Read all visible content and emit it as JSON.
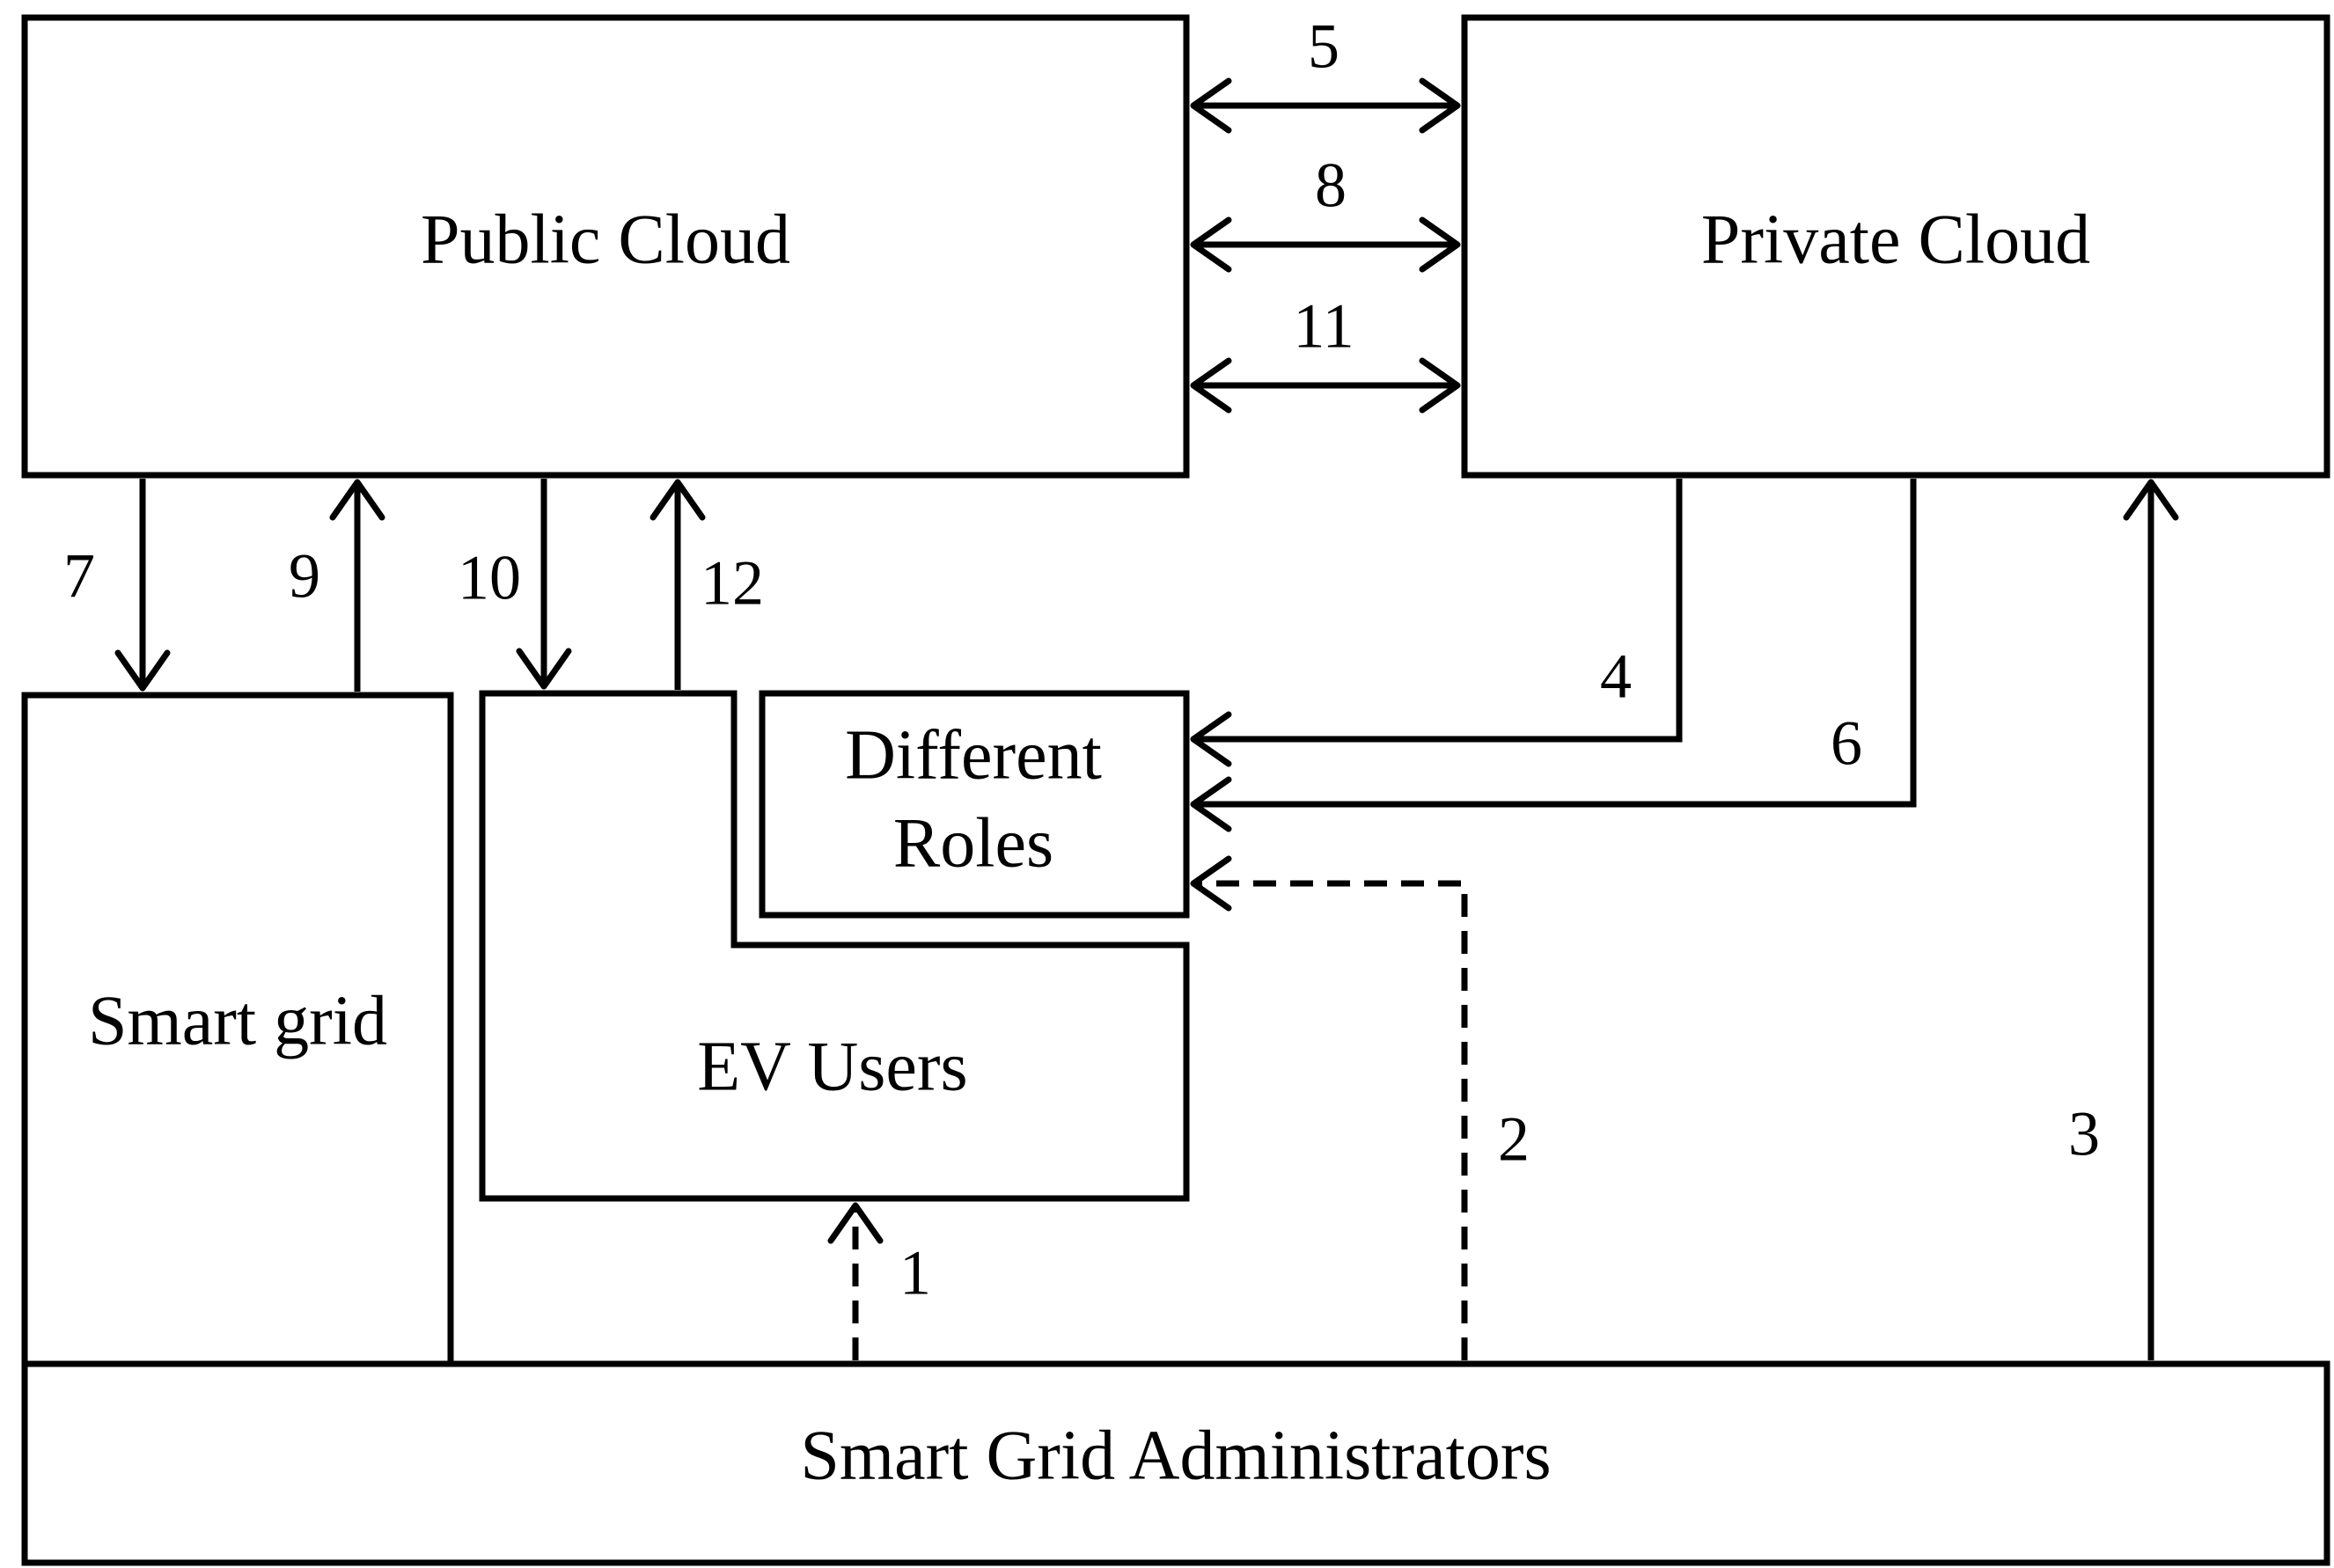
{
  "nodes": {
    "public_cloud": "Public Cloud",
    "private_cloud": "Private Cloud",
    "smart_grid": "Smart grid",
    "ev_users": "EV Users",
    "different_roles_line1": "Different",
    "different_roles_line2": "Roles",
    "administrators": "Smart Grid Administrators"
  },
  "edges": {
    "e1": "1",
    "e2": "2",
    "e3": "3",
    "e4": "4",
    "e5": "5",
    "e6": "6",
    "e7": "7",
    "e8": "8",
    "e9": "9",
    "e10": "10",
    "e11": "11",
    "e12": "12"
  }
}
